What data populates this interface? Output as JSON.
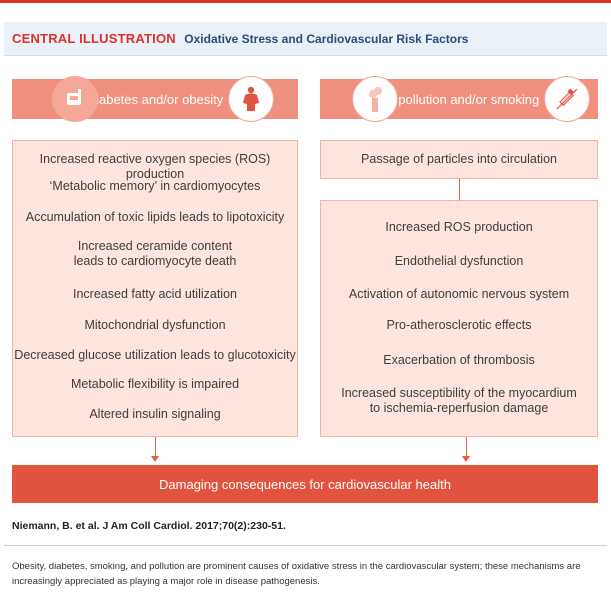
{
  "header": {
    "lead": "CENTRAL ILLUSTRATION",
    "title": "Oxidative Stress and Cardiovascular Risk Factors"
  },
  "left_column": {
    "banner_label": "Diabetes and/or obesity",
    "icons": [
      "glucose-meter-icon",
      "body-silhouette-icon"
    ],
    "items": [
      "Increased reactive oxygen species (ROS) production",
      "‘Metabolic memory’ in cardiomyocytes",
      "Accumulation of toxic lipids leads to lipotoxicity",
      "Increased ceramide content\nleads to cardiomyocyte death",
      "Increased fatty acid utilization",
      "Mitochondrial dysfunction",
      "Decreased glucose utilization leads to glucotoxicity",
      "Metabolic flexibility is impaired",
      "Altered insulin signaling"
    ]
  },
  "right_column": {
    "banner_label": "Air pollution and/or smoking",
    "icons": [
      "factory-smoke-icon",
      "cigarette-icon"
    ],
    "top_item": "Passage of particles into circulation",
    "items": [
      "Increased ROS production",
      "Endothelial dysfunction",
      "Activation of autonomic nervous system",
      "Pro-atherosclerotic effects",
      "Exacerbation of thrombosis",
      "Increased susceptibility of the myocardium\nto ischemia-reperfusion damage"
    ]
  },
  "consequence": "Damaging consequences for cardiovascular health",
  "citation": "Niemann, B. et al. J Am Coll Cardiol. 2017;70(2):230-51.",
  "caption": "Obesity, diabetes, smoking, and pollution are prominent causes of oxidative stress in the cardiovascular system; these mechanisms are increasingly appreciated as playing a major role in disease pathogenesis.",
  "colors": {
    "accent_red": "#d9322b",
    "banner_salmon": "#ef8f7d",
    "panel_pink": "#fde4dc",
    "consequence_red": "#e2533f",
    "header_blue": "#e9f0f7",
    "title_navy": "#2a4d7a"
  }
}
